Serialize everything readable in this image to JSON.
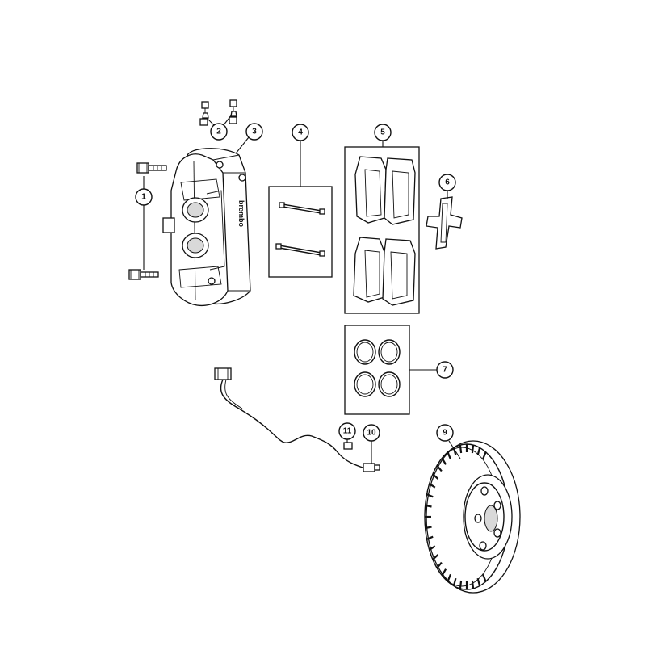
{
  "caliper": {
    "brand_text": "brembo"
  },
  "callouts": [
    {
      "id": "1",
      "part": "caliper-mounting-bolt"
    },
    {
      "id": "2",
      "part": "bleeder-screw"
    },
    {
      "id": "3",
      "part": "brake-caliper"
    },
    {
      "id": "4",
      "part": "pad-retaining-pins"
    },
    {
      "id": "5",
      "part": "brake-pad-kit"
    },
    {
      "id": "6",
      "part": "anti-rattle-clip"
    },
    {
      "id": "7",
      "part": "piston-seal-kit"
    },
    {
      "id": "9",
      "part": "brake-rotor"
    },
    {
      "id": "10",
      "part": "wear-sensor-bolt"
    },
    {
      "id": "11",
      "part": "wear-sensor-clip"
    }
  ]
}
